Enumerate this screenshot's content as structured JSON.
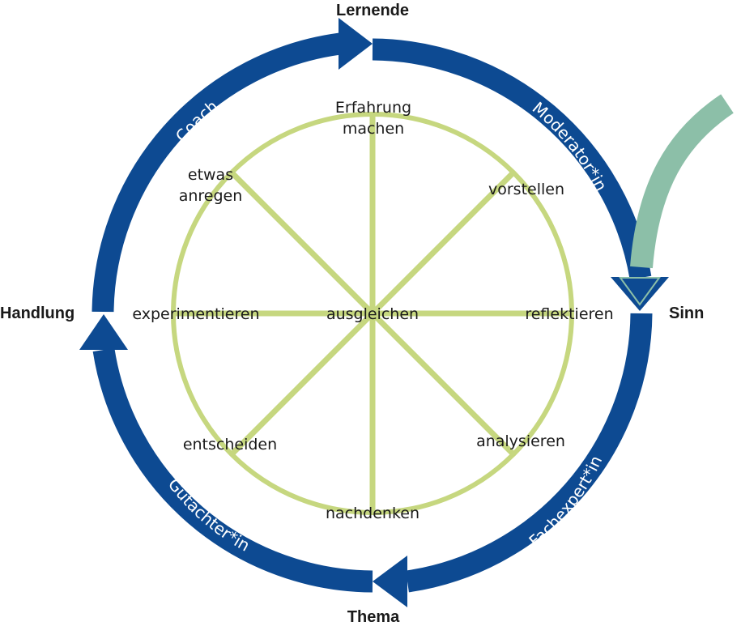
{
  "colors": {
    "cycle_arrow": "#0d4a92",
    "wheel": "#c6d77f",
    "incoming_arrow": "#8cbfa8",
    "text": "#1a1a1a",
    "role_text": "#ffffff"
  },
  "poles": {
    "top": "Lernende",
    "right": "Sinn",
    "bottom": "Thema",
    "left": "Handlung"
  },
  "roles": {
    "top_left": "Coach",
    "top_right": "Moderator*in",
    "bottom_right": "Fachexpert*in",
    "bottom_left": "Gutachter*in"
  },
  "wheel": {
    "center": "ausgleichen",
    "top_line1": "Erfahrung",
    "top_line2": "machen",
    "top_right": "vorstellen",
    "right": "reflektieren",
    "bottom_right": "analysieren",
    "bottom": "nachdenken",
    "bottom_left": "entscheiden",
    "left": "experimentieren",
    "top_left_line1": "etwas",
    "top_left_line2": "anregen"
  }
}
